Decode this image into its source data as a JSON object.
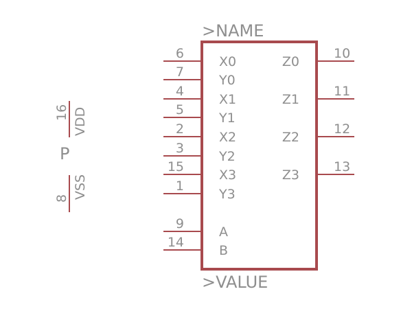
{
  "symbol": {
    "name_label": ">NAME",
    "value_label": ">VALUE",
    "colors": {
      "outline": "#a84a4e",
      "text": "#8e8e8e",
      "background": "#ffffff"
    }
  },
  "left_pins": [
    {
      "num": "6",
      "label": "X0"
    },
    {
      "num": "7",
      "label": "Y0"
    },
    {
      "num": "4",
      "label": "X1"
    },
    {
      "num": "5",
      "label": "Y1"
    },
    {
      "num": "2",
      "label": "X2"
    },
    {
      "num": "3",
      "label": "Y2"
    },
    {
      "num": "15",
      "label": "X3"
    },
    {
      "num": "1",
      "label": "Y3"
    },
    {
      "num": "9",
      "label": "A"
    },
    {
      "num": "14",
      "label": "B"
    }
  ],
  "right_pins": [
    {
      "num": "10",
      "label": "Z0"
    },
    {
      "num": "11",
      "label": "Z1"
    },
    {
      "num": "12",
      "label": "Z2"
    },
    {
      "num": "13",
      "label": "Z3"
    }
  ],
  "power": {
    "label": "P",
    "vdd": {
      "num": "16",
      "label": "VDD"
    },
    "vss": {
      "num": "8",
      "label": "VSS"
    }
  }
}
